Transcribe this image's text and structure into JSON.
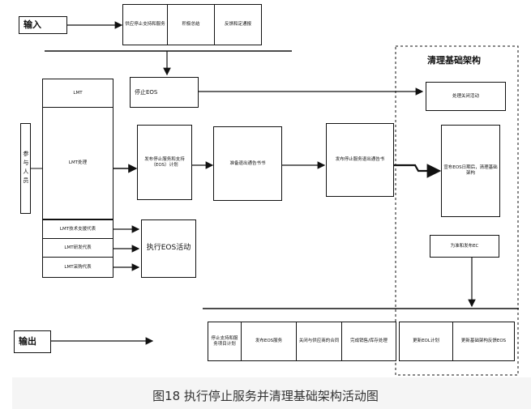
{
  "labels": {
    "input": "输入",
    "output": "输出",
    "participants": "参与人员",
    "region_title": "清理基础架构",
    "caption": "图18 执行停止服务并清理基础架构活动图"
  },
  "top_inputs": [
    "供应停止支持和服务",
    "积极总结",
    "反馈和定通报"
  ],
  "lmt": {
    "header": "LMT",
    "process": "LMT处理",
    "roles": [
      "LMT技术支援代表",
      "LMT研发代表",
      "LMT采购代表"
    ]
  },
  "boxes": {
    "stop_eos": "停止EOS",
    "publish": "发布停止服务和支持（EOS）计划",
    "prepare": "准备退出通告书书",
    "release": "发布停止服务退出通告书",
    "execute": "执行EOS活动",
    "handle": "处理关闭活动",
    "announce": "宣布EOS日期后，清理基础架构",
    "wait_eos": "为准和发布EC"
  },
  "outputs_left": [
    "停止支持和服务项目计划",
    "发布EOS服务",
    "关闭与供应商的合同",
    "完成销售/库存处理"
  ],
  "outputs_right": [
    "更新EOL计划",
    "更新基础架构反馈EOS"
  ]
}
